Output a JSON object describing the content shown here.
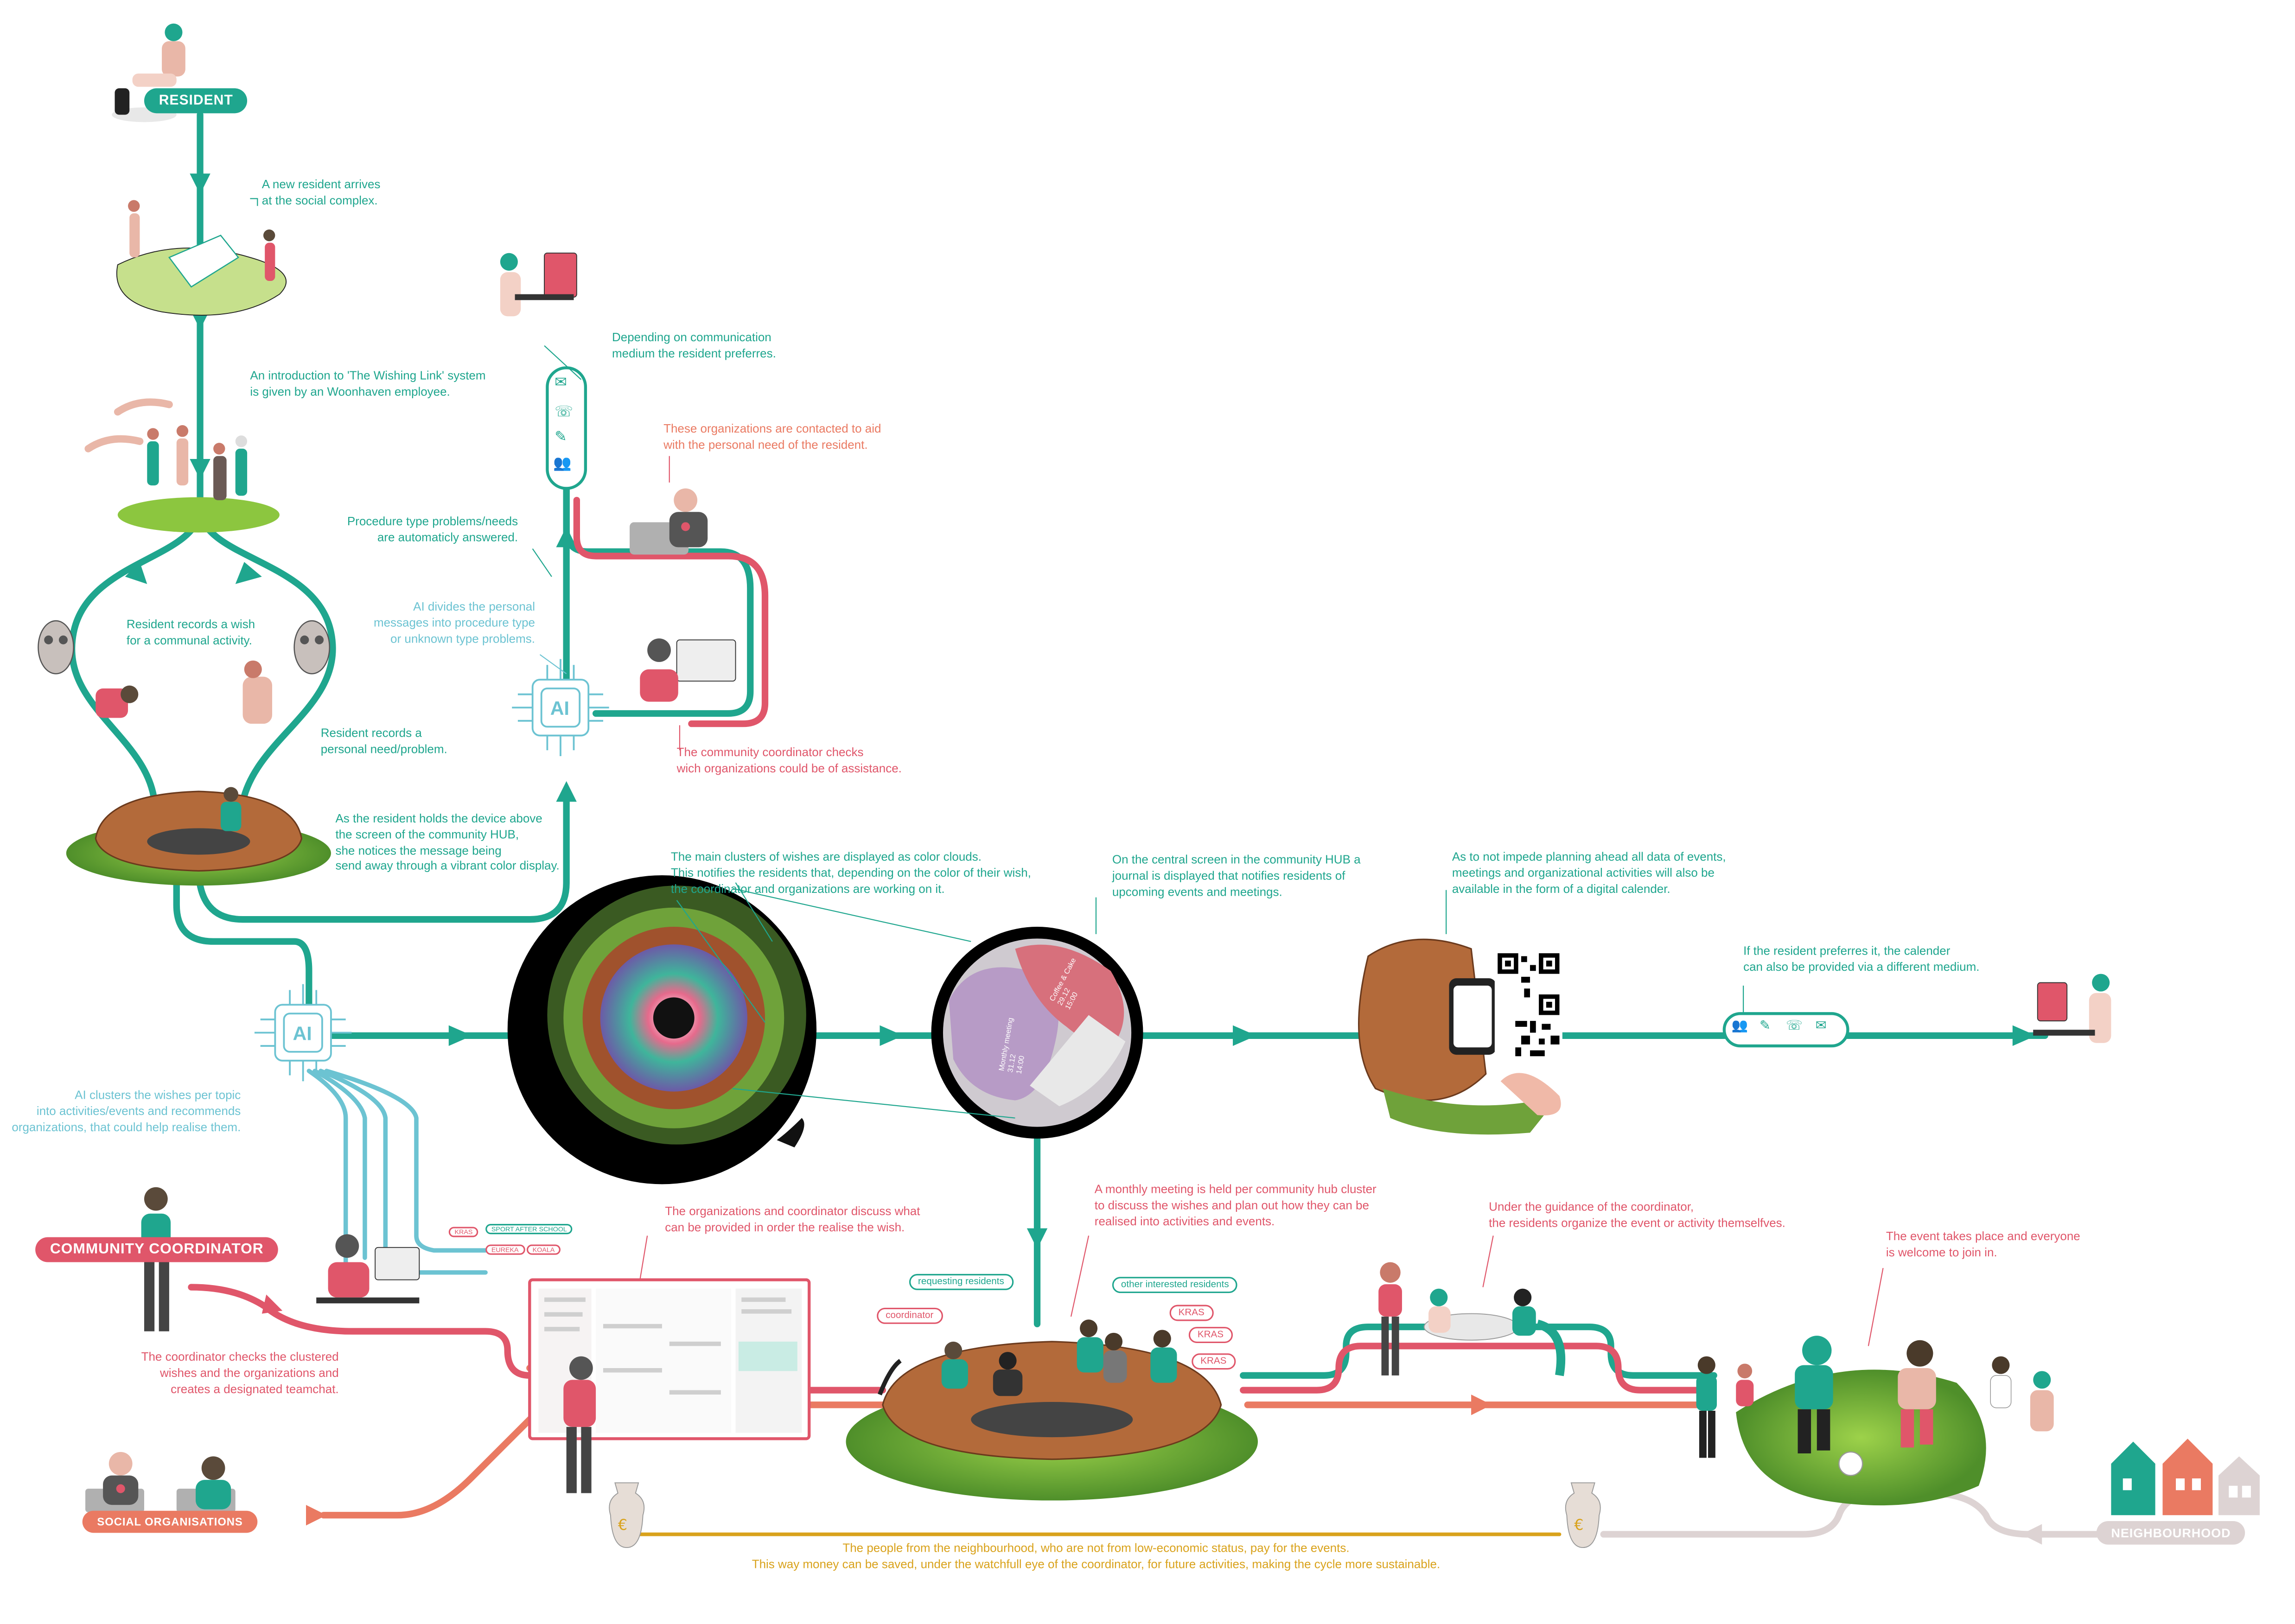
{
  "labels": {
    "resident": "RESIDENT",
    "community_coordinator": "COMMUNITY COORDINATOR",
    "social_organisations": "SOCIAL ORGANISATIONS",
    "neighbourhood": "NEIGHBOURHOOD",
    "ai": "AI"
  },
  "notes": {
    "arrives": [
      "A new resident arrives",
      "at the social complex."
    ],
    "introduction": [
      "An introduction to 'The Wishing Link' system",
      "is given by an Woonhaven employee."
    ],
    "communication": [
      "Depending on communication",
      "medium the resident preferres."
    ],
    "organizations_contacted": [
      "These organizations are contacted to aid",
      "with the personal need of the resident."
    ],
    "procedure": [
      "Procedure type problems/needs",
      "are automaticly answered."
    ],
    "ai_divides": [
      "AI divides the personal",
      "messages into procedure type",
      "or unknown type problems."
    ],
    "record_wish": [
      "Resident records a wish",
      "for a communal activity."
    ],
    "record_need": [
      "Resident records a",
      "personal need/problem."
    ],
    "coordinator_checks_orgs": [
      "The community coordinator checks",
      "wich organizations could be of assistance."
    ],
    "holds_device": [
      "As the resident holds the device above",
      "the screen of the community HUB,",
      "she notices the message being",
      "send away through a vibrant color display."
    ],
    "color_clouds": [
      "The main clusters of wishes are displayed as color clouds.",
      "This notifies the residents that, depending on the color of their wish,",
      "the coordinator and organizations are working on it."
    ],
    "journal": [
      "On the central screen in the community HUB a",
      "journal is displayed that notifies residents of",
      "upcoming events and meetings."
    ],
    "calender": [
      "As to not impede planning ahead all data of events,",
      "meetings and organizational activities will also be",
      "available in the form of a digital calender."
    ],
    "different_medium": [
      "If the resident preferres it, the calender",
      "can also be provided via a different medium."
    ],
    "ai_clusters": [
      "AI clusters the wishes per topic",
      "into activities/events and recommends",
      "organizations, that could help realise them."
    ],
    "teamchat": [
      "The coordinator checks the clustered",
      "wishes and the organizations and",
      "creates a designated teamchat."
    ],
    "discuss": [
      "The organizations and coordinator discuss what",
      "can be provided in order the realise the wish."
    ],
    "monthly_meeting": [
      "A monthly meeting is held per community hub cluster",
      "to discuss the wishes and plan out how they can be",
      "realised into activities and events."
    ],
    "organize": [
      "Under the guidance of the coordinator,",
      "the residents organize the event or activity themselfves."
    ],
    "event": [
      "The event takes place and everyone",
      "is welcome to join in."
    ],
    "neighbourhood_pay": [
      "The people from the neighbourhood, who are not from low-economic status, pay for the events.",
      "This way money can be saved, under the watchfull eye of the coordinator, for future activities, making the cycle more sustainable."
    ]
  },
  "tags": {
    "requesting_residents": "requesting residents",
    "coordinator": "coordinator",
    "other_interested": "other interested residents",
    "kras": "KRAS",
    "kras_coord": "KRAS",
    "sport": "SPORT AFTER SCHOOL",
    "eureka": "EUREKA",
    "koala": "KOALA"
  },
  "journal_screen": {
    "card1": [
      "Coffee & Cake",
      "29.12",
      "15:00"
    ],
    "card2": [
      "Monthly meeting",
      "31.12",
      "14:00"
    ]
  },
  "icons": [
    "envelope-icon",
    "phone-icon",
    "chat-icon",
    "people-icon",
    "qr-code-icon",
    "money-bag-icon",
    "house-icon"
  ],
  "colors": {
    "teal": "#1fa68e",
    "coral": "#e0566a",
    "salmon": "#ea7a62",
    "light_blue": "#6cc3d2",
    "gold": "#d9a21b",
    "grey": "#ddd3d3"
  }
}
